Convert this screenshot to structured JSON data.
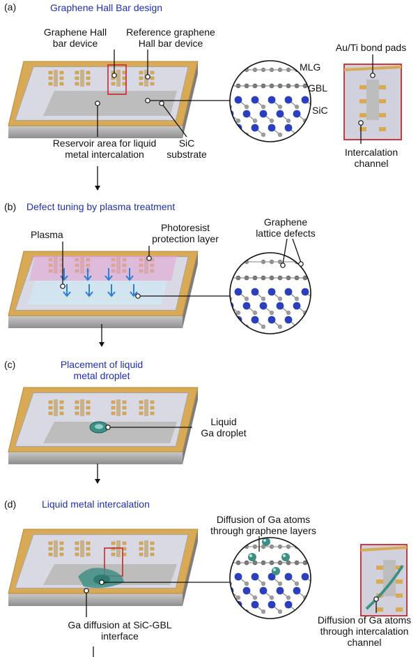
{
  "panels": {
    "a": {
      "letter": "(a)",
      "title": "Graphene Hall Bar design",
      "hall_bar": [
        "Graphene Hall",
        "bar device"
      ],
      "reference": [
        "Reference graphene",
        "Hall bar device"
      ],
      "reservoir": [
        "Reservoir area for liquid",
        "metal intercalation"
      ],
      "substrate": [
        "SiC",
        "substrate"
      ],
      "bond_pads": "Au/Ti bond pads",
      "channel": [
        "Intercalation",
        "channel"
      ],
      "layer_mlg": "MLG",
      "layer_gbl": "GBL",
      "layer_sic": "SiC"
    },
    "b": {
      "letter": "(b)",
      "title": "Defect tuning by plasma treatment",
      "plasma": "Plasma",
      "photoresist": [
        "Photoresist",
        "protection layer"
      ],
      "defects": [
        "Graphene",
        "lattice defects"
      ]
    },
    "c": {
      "letter": "(c)",
      "title": [
        "Placement of liquid",
        "metal droplet"
      ],
      "droplet": [
        "Liquid",
        "Ga droplet"
      ]
    },
    "d": {
      "letter": "(d)",
      "title": "Liquid metal intercalation",
      "diffusion_layers": [
        "Diffusion of Ga atoms",
        "through graphene layers"
      ],
      "diffusion_interface": [
        "Ga diffusion at SiC-GBL",
        "interface"
      ],
      "diffusion_channel": [
        "Diffusion of Ga",
        "atoms",
        "through intercalation",
        "channel"
      ]
    }
  },
  "colors": {
    "title": "#1f2fb0",
    "gold": "#d9aa55",
    "gold_dark": "#b9883a",
    "sic_blue": "#2a3fc0",
    "carbon_grey": "#8a8a8a",
    "ga_teal": "#3f8f86",
    "highlight_red": "#c8262a",
    "plasma_arrow": "#2b7fd6",
    "photoresist_pink": "#e6a3d6"
  }
}
